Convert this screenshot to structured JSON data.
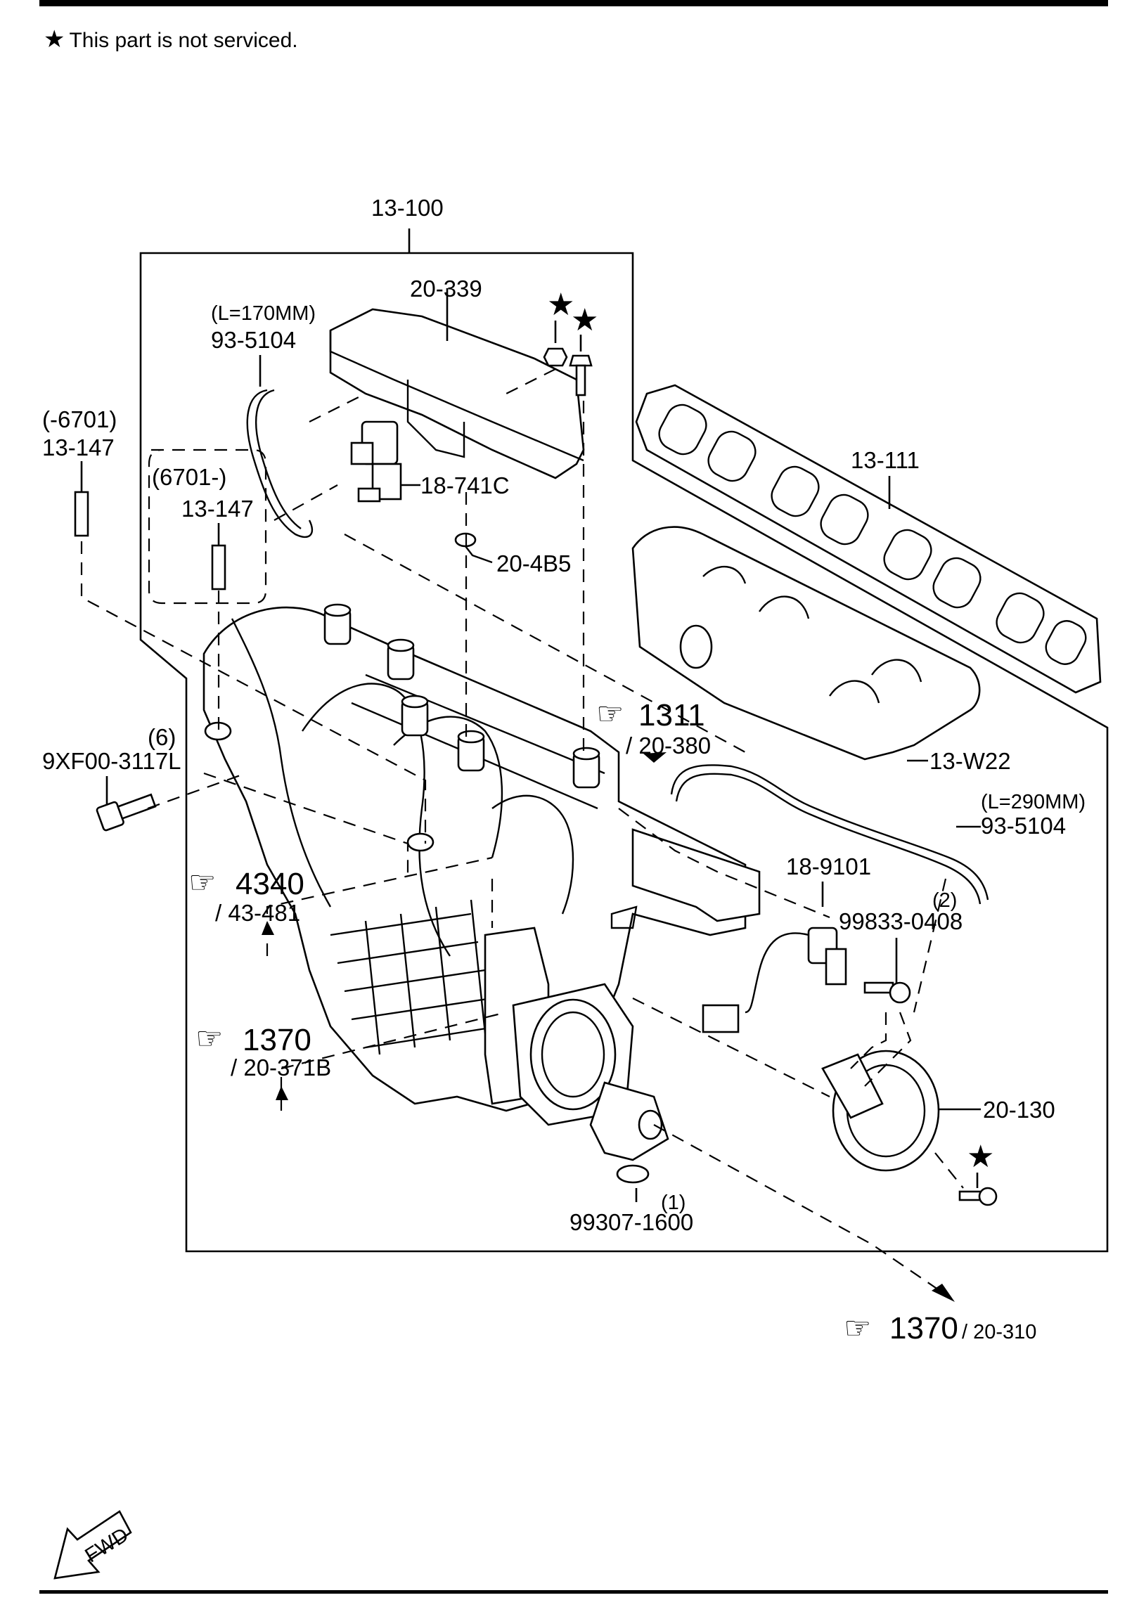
{
  "note": {
    "text": "This part is not serviced."
  },
  "labels": {
    "assembly": "13-100",
    "cover": "20-339",
    "hose_length_1": "(L=170MM)",
    "hose_1": "93-5104",
    "stud_range_old": "(-6701)",
    "stud_old": "13-147",
    "stud_range_new": "(6701-)",
    "stud_new": "13-147",
    "solenoid": "18-741C",
    "plug": "20-4B5",
    "gasket": "13-111",
    "insulator": "13-W22",
    "bolt_qty": "(6)",
    "bolt": "9XF00-3117L",
    "hose_length_2": "(L=290MM)",
    "hose_2": "93-5104",
    "sensor": "18-9101",
    "screw_qty": "(2)",
    "screw": "99833-0408",
    "actuator": "20-130",
    "oring_qty": "(1)",
    "oring": "99307-1600"
  },
  "refs": {
    "r1311": {
      "num": "1311",
      "sub": "/ 20-380"
    },
    "r4340": {
      "num": "4340",
      "sub": "/ 43-481"
    },
    "r1370a": {
      "num": "1370",
      "sub": "/ 20-371B"
    },
    "r1370b": {
      "num": "1370",
      "sub": "/ 20-310"
    }
  },
  "fwd": {
    "text": "FWD"
  }
}
